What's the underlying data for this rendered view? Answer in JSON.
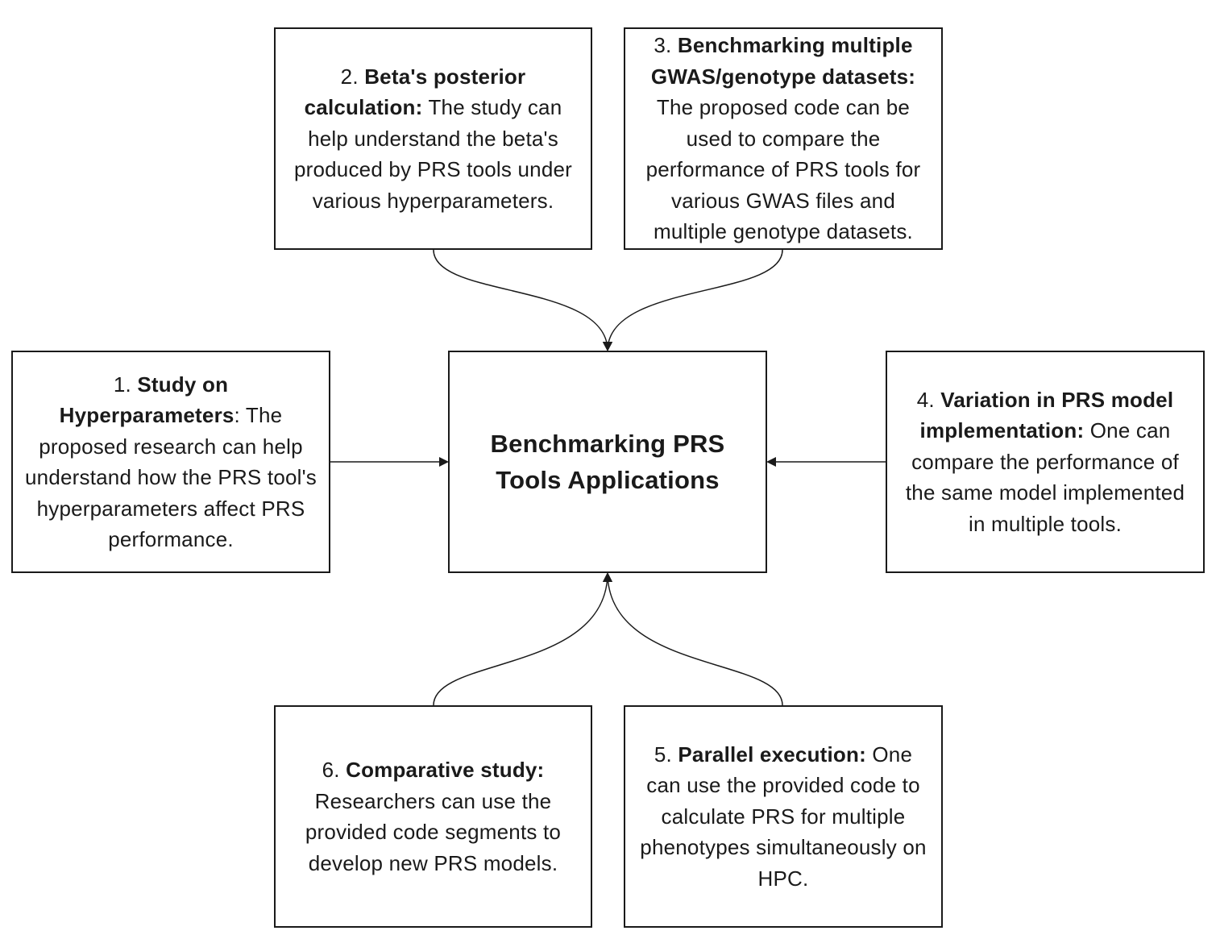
{
  "center": {
    "line1": "Benchmarking PRS",
    "line2": "Tools Applications"
  },
  "boxes": {
    "b1": {
      "num": "1.",
      "bold": "Study on Hyperparameters",
      "rest": ": The proposed research can help understand how the PRS tool's hyperparameters affect PRS performance."
    },
    "b2": {
      "num": "2.",
      "bold": "Beta's posterior calculation:",
      "rest": " The study can help understand the beta's produced by PRS tools under various hyperparameters."
    },
    "b3": {
      "num": "3.",
      "bold": "Benchmarking multiple GWAS/genotype datasets:",
      "rest": " The proposed code can be used to compare the performance of PRS tools for various GWAS files and multiple genotype datasets."
    },
    "b4": {
      "num": "4.",
      "bold": "Variation in PRS model implementation:",
      "rest": " One can compare the performance of the same model implemented in multiple tools."
    },
    "b5": {
      "num": "5.",
      "bold": "Parallel execution:",
      "rest": " One can use the provided code to calculate PRS for multiple phenotypes simultaneously on HPC."
    },
    "b6": {
      "num": "6.",
      "bold": "Comparative study:",
      "rest": " Researchers can use the provided code segments to develop new PRS models."
    }
  },
  "colors": {
    "line": "#1a1a1a",
    "background": "#ffffff"
  }
}
